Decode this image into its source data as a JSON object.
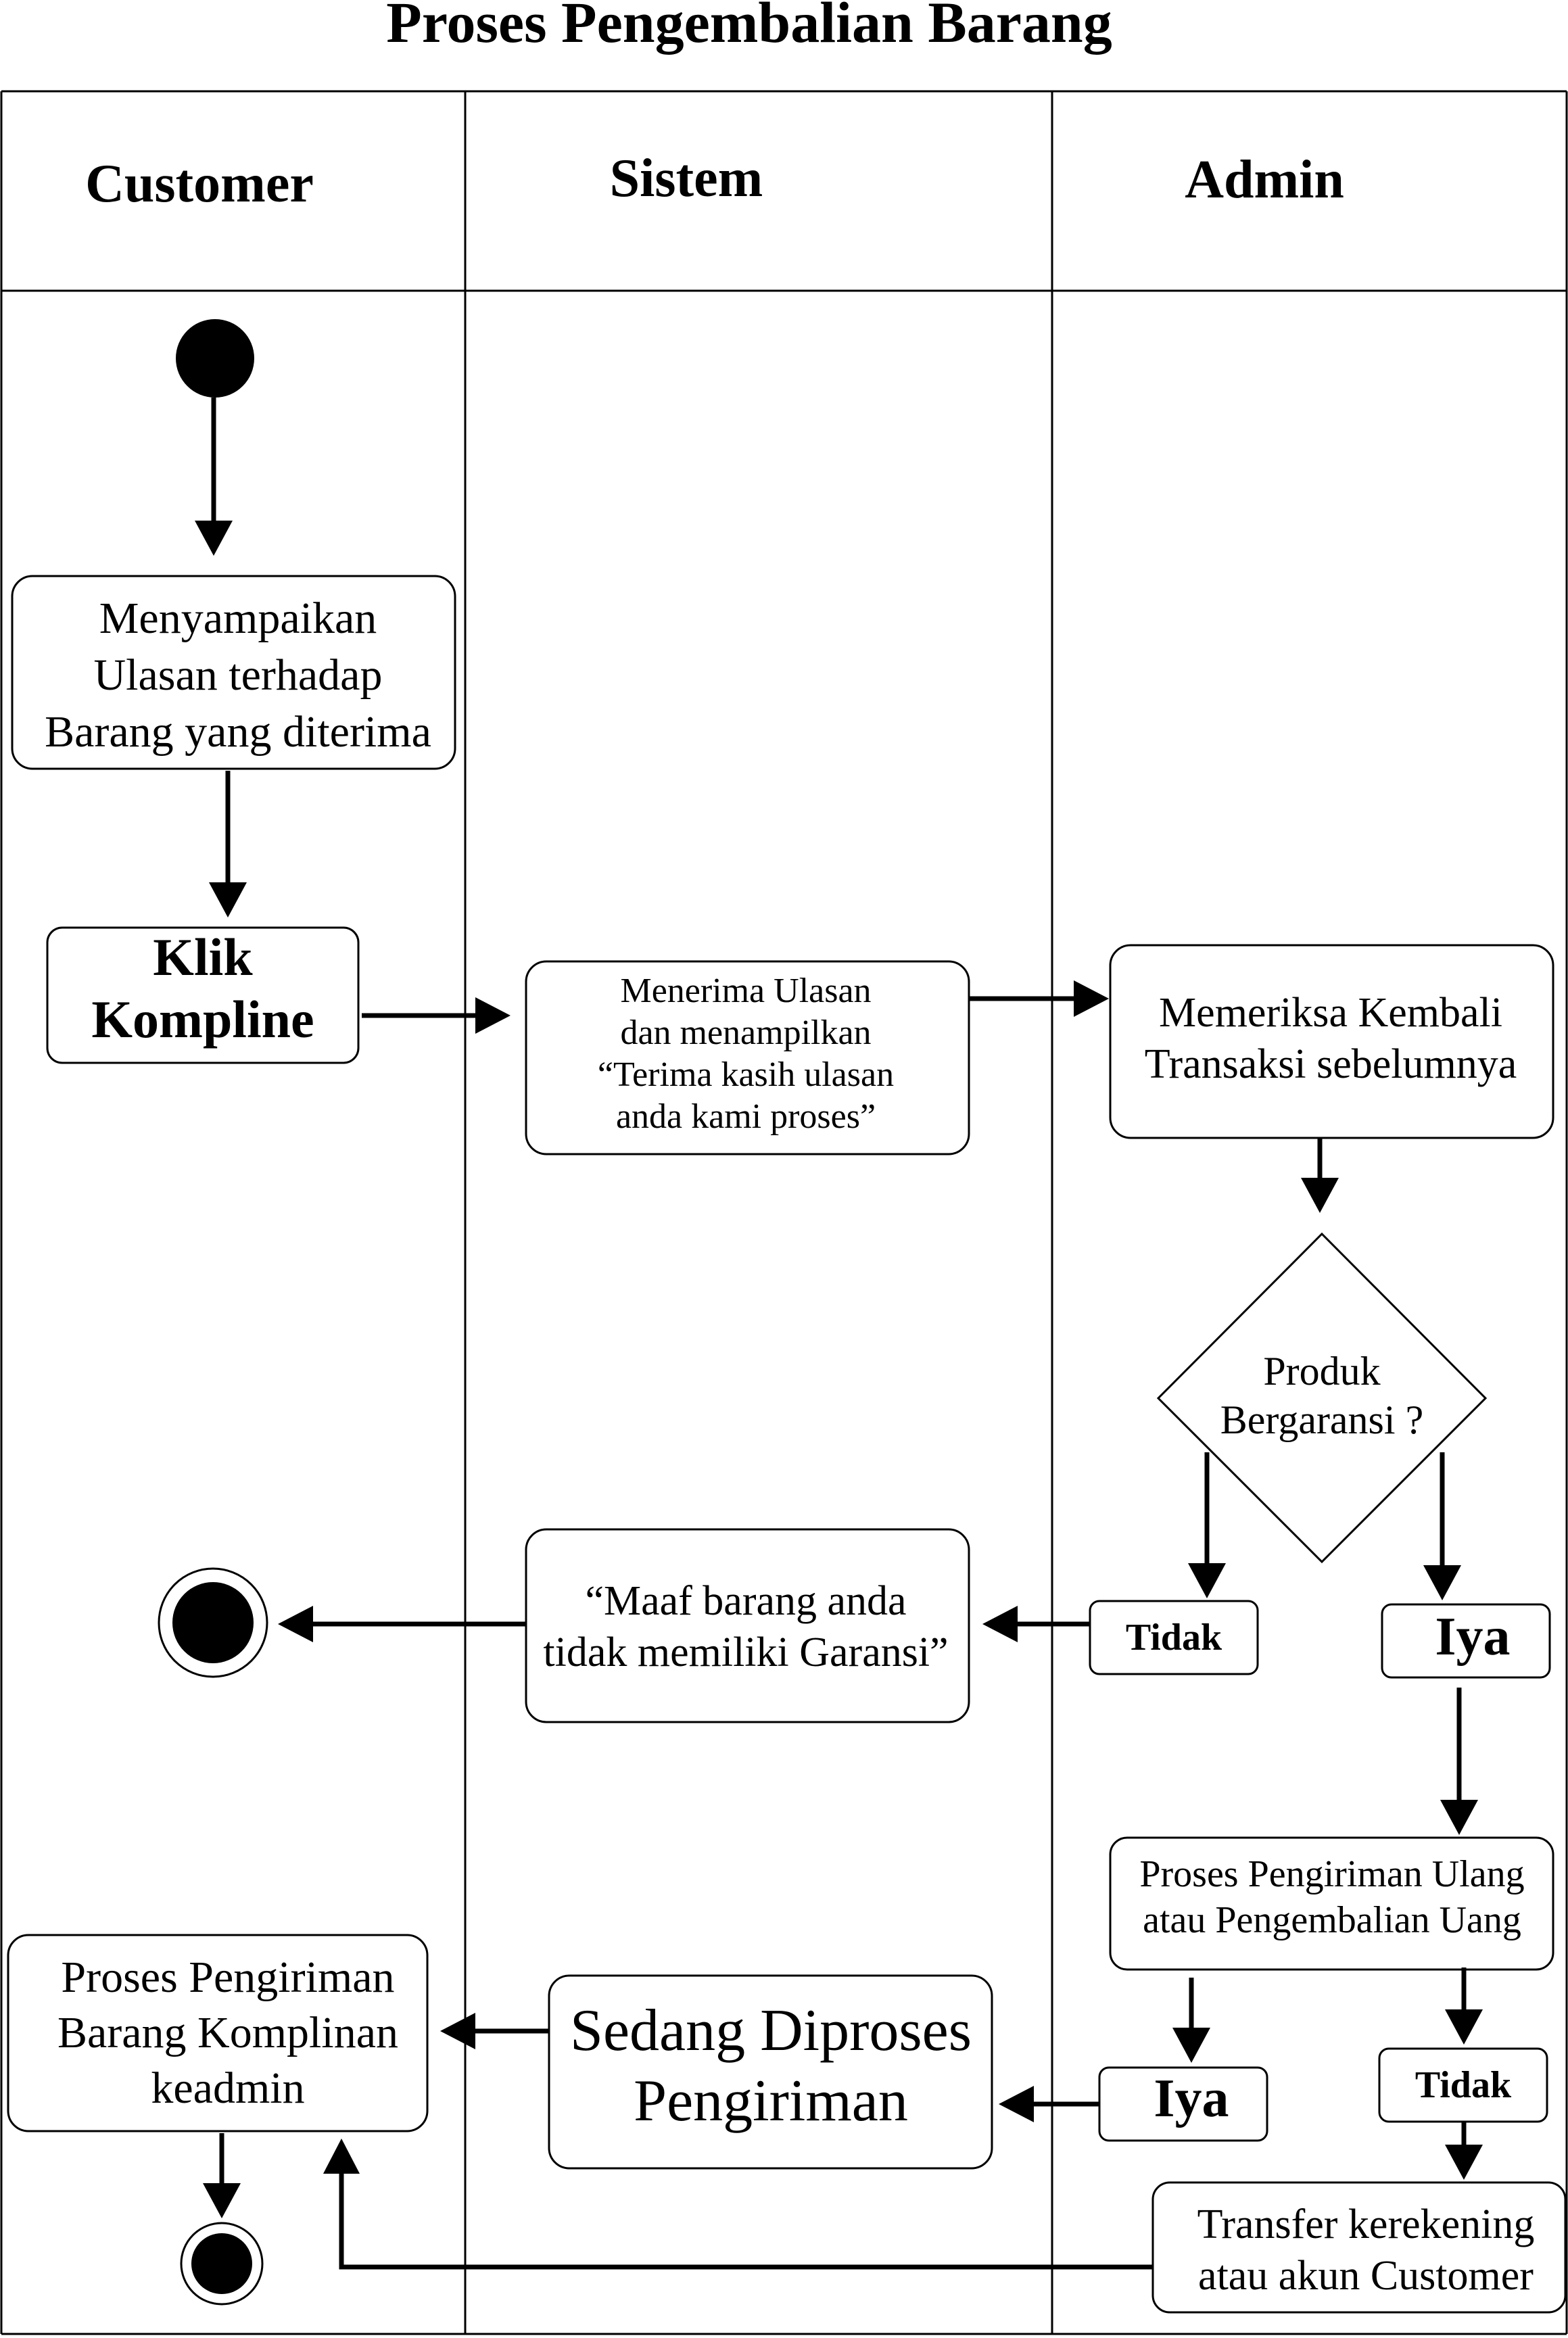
{
  "title": "Proses Pengembalian Barang",
  "lanes": {
    "customer": "Customer",
    "sistem": "Sistem",
    "admin": "Admin"
  },
  "nodes": {
    "menyampaikan": [
      "Menyampaikan",
      "Ulasan terhadap",
      "Barang yang diterima"
    ],
    "klik": [
      "Klik",
      "Kompline"
    ],
    "menerima": [
      "Menerima Ulasan",
      "dan menampilkan",
      "“Terima kasih ulasan",
      "anda kami proses”"
    ],
    "memeriksa": [
      "Memeriksa Kembali",
      "Transaksi sebelumnya"
    ],
    "decision": [
      "Produk",
      "Bergaransi ?"
    ],
    "tidak1": [
      "Tidak"
    ],
    "iya1": [
      "Iya"
    ],
    "maaf": [
      "“Maaf barang anda",
      "tidak memiliki Garansi”"
    ],
    "proses_ulang": [
      "Proses Pengiriman Ulang",
      "atau Pengembalian Uang"
    ],
    "iya2": [
      "Iya"
    ],
    "tidak2": [
      "Tidak"
    ],
    "sedang": [
      "Sedang Diproses",
      "Pengiriman"
    ],
    "proses_kirim": [
      "Proses Pengiriman",
      "Barang Komplinan",
      "keadmin"
    ],
    "transfer": [
      "Transfer kerekening",
      "atau akun Customer"
    ]
  },
  "colors": {
    "stroke": "#000000",
    "background": "#ffffff"
  }
}
